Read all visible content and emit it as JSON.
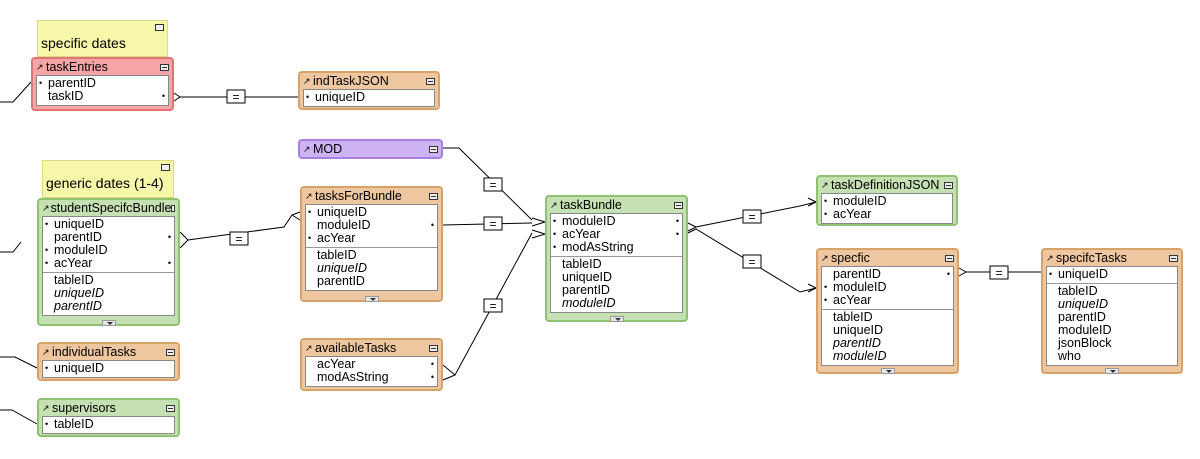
{
  "notes": {
    "specific_dates": "specific dates",
    "generic_dates": "generic dates (1-4)"
  },
  "tables": {
    "taskEntries": {
      "name": "taskEntries",
      "fields": [
        "parentID",
        "taskID"
      ]
    },
    "indTaskJSON": {
      "name": "indTaskJSON",
      "fields": [
        "uniqueID"
      ]
    },
    "MOD": {
      "name": "MOD"
    },
    "studentSpecifcBundle": {
      "name": "studentSpecifcBundle",
      "fields": [
        "uniqueID",
        "parentID",
        "moduleID",
        "acYear"
      ],
      "more": [
        "tableID",
        "uniqueID",
        "parentID"
      ]
    },
    "tasksForBundle": {
      "name": "tasksForBundle",
      "fields": [
        "uniqueID",
        "moduleID",
        "acYear"
      ],
      "more": [
        "tableID",
        "uniqueID",
        "parentID"
      ]
    },
    "taskBundle": {
      "name": "taskBundle",
      "fields": [
        "moduleID",
        "acYear",
        "modAsString"
      ],
      "more": [
        "tableID",
        "uniqueID",
        "parentID",
        "moduleID"
      ]
    },
    "taskDefinitionJSON": {
      "name": "taskDefinitionJSON",
      "fields": [
        "moduleID",
        "acYear"
      ]
    },
    "specfic": {
      "name": "specfic",
      "fields": [
        "parentID",
        "moduleID",
        "acYear"
      ],
      "more": [
        "tableID",
        "uniqueID",
        "parentID",
        "moduleID"
      ]
    },
    "specifcTasks": {
      "name": "specifcTasks",
      "fields": [
        "uniqueID"
      ],
      "more": [
        "tableID",
        "uniqueID",
        "parentID",
        "moduleID",
        "jsonBlock",
        "who"
      ]
    },
    "individualTasks": {
      "name": "individualTasks",
      "fields": [
        "uniqueID"
      ]
    },
    "availableTasks": {
      "name": "availableTasks",
      "fields": [
        "acYear",
        "modAsString"
      ]
    },
    "supervisors": {
      "name": "supervisors",
      "fields": [
        "tableID"
      ]
    }
  },
  "relationship_operator": "=",
  "colors": {
    "orange": "#eec7a0",
    "green": "#c5e0b2",
    "red": "#f5a5a5",
    "purple": "#cdb3f2",
    "note": "#f6f7a8"
  }
}
